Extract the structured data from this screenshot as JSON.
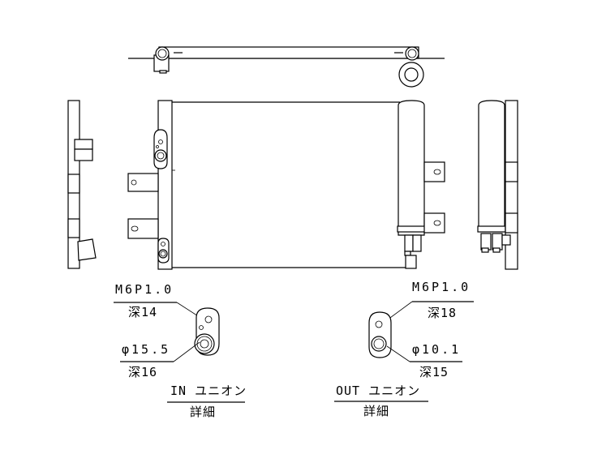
{
  "drawing": {
    "type": "technical-drawing",
    "subject": "A/C condenser with receiver dryer",
    "views": [
      "top-view",
      "left-side-view",
      "front-view",
      "right-side-view"
    ],
    "details": {
      "in_union": {
        "title": "IN ユニオン",
        "subtitle": "詳細",
        "thread_spec": "M6P1.0",
        "thread_depth": "深14",
        "bore_diameter": "φ15.5",
        "bore_depth": "深16"
      },
      "out_union": {
        "title": "OUT ユニオン",
        "subtitle": "詳細",
        "thread_spec": "M6P1.0",
        "thread_depth": "深18",
        "bore_diameter": "φ10.1",
        "bore_depth": "深15"
      }
    },
    "colors": {
      "line": "#000000",
      "background": "#ffffff"
    }
  }
}
